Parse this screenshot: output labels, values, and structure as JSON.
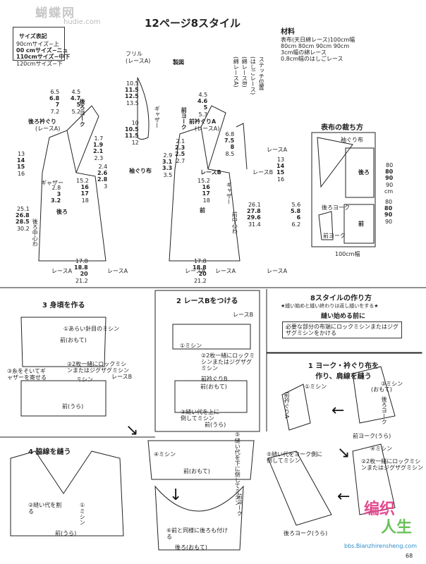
{
  "watermark": {
    "site_jp": "蝴蝶网",
    "site_en": "hudie.com"
  },
  "title": "12ページ8スタイル",
  "size_legend": {
    "title": "サイズ表記",
    "items": [
      "90cmサイズ−上",
      "00 cmサイズ−ニュ",
      "110cmサイズ−中下",
      "120cmサイズ−下"
    ]
  },
  "materials": {
    "heading": "材料",
    "lines": [
      "表布(天日綿レース)100cm幅",
      "80cm  80cm  90cm  90cm",
      "3cm幅の綿レース",
      "0.8cm幅のはしごレース"
    ]
  },
  "pattern": {
    "seizu": "製図",
    "frill": "フリル",
    "lace_a_paren": "(レースA)",
    "back_neck": "後ろ衿ぐり",
    "back_neck_lace": "(レースA)",
    "back_yoke": "後ろヨーク",
    "front_yoke": "前ヨーク",
    "front_neck": "前衿ぐりA",
    "front_neck_lace": "(レースA)",
    "sleeve_frill": "袖ぐり布",
    "back": "後ろ",
    "front": "前",
    "lace_a": "レースA",
    "lace_b": "レースB",
    "gather": "ギャザー",
    "center_back": "後ろ中心わ",
    "center_front": "前中心わ",
    "stitch_pos": "ステッチ位置",
    "dims_back_top": [
      "6.5",
      "6.8",
      "7",
      "7.2"
    ],
    "dims_back_top2": [
      "4.5",
      "4.7",
      "5",
      "5.2"
    ],
    "dims_frill": [
      "10.5",
      "11.5",
      "12.5",
      "13.5"
    ],
    "dims_frill2": [
      "10",
      "10.5",
      "11.5",
      "12"
    ],
    "dims_back_side": [
      "13",
      "14",
      "15",
      "16"
    ],
    "dims_back_length": [
      "25.1",
      "26.8",
      "28.5",
      "30.2"
    ],
    "dims_back_mid": [
      "2.8",
      "3",
      "3.2"
    ],
    "dims_back_width": [
      "15.2",
      "16",
      "17",
      "18"
    ],
    "dims_yoke": [
      "1.7",
      "1.9",
      "2.1",
      "2.3"
    ],
    "dims_yoke2": [
      "2.4",
      "2.6",
      "2.8",
      "3"
    ],
    "dims_hem": [
      "17.8",
      "18.8",
      "20",
      "21.2"
    ],
    "dims_front_top": [
      "4.5",
      "4.6",
      "5",
      "5.3"
    ],
    "dims_front_a": [
      "2.1",
      "2.3",
      "2.5",
      "2.7"
    ],
    "dims_front_b": [
      "2.9",
      "3.1",
      "3.3",
      "3.5"
    ],
    "dims_front_neck": [
      "6.8",
      "7.5",
      "8",
      "8.5"
    ],
    "dims_front_side": [
      "13",
      "14",
      "15",
      "16"
    ],
    "dims_front_length": [
      "26.1",
      "27.8",
      "29.6",
      "31.4"
    ],
    "dims_front_width": [
      "15.2",
      "16",
      "17",
      "18"
    ],
    "dims_front_hem": [
      "17.8",
      "18.8",
      "20",
      "21.2"
    ],
    "dims_sleeve": [
      "5.6",
      "5.8",
      "6",
      "6.2"
    ],
    "lace_cols": [
      "(綿レースA)",
      "(綿レースB)",
      "(はしごレース)"
    ]
  },
  "layout": {
    "title": "表布の裁ち方",
    "sleeve": "袖ぐり布",
    "back": "後ろ",
    "back_yoke": "後ろヨーク",
    "front": "前",
    "front_yoke": "前ヨーク",
    "widths": [
      "80",
      "80",
      "90",
      "90"
    ],
    "widths2": [
      "80",
      "80",
      "90",
      "90"
    ],
    "cm_label": "cm",
    "width_label": "100cm幅"
  },
  "step3": {
    "title": "3 身頃を作る",
    "notes": [
      "①あらい針目のミシン",
      "②2枚一緒にロックミシンまたはジグザグミシン",
      "③糸をそいてギャザーを寄せる",
      "レースB",
      "ミシン",
      "前(うら)",
      "前(おもて)"
    ]
  },
  "step2": {
    "title": "2 レースBをつける",
    "notes": [
      "レースB",
      "①ミシン",
      "②2枚一緒にロックミシンまたはジグザグミシン",
      "前(おもて)",
      "③縫い代を上に倒してミシン",
      "前衿ぐりB",
      "前(うら)"
    ]
  },
  "intro": {
    "title": "8スタイルの作り方",
    "sub": "★縫い始めと縫い終わりは返し縫いをする★",
    "h": "縫い始める前に",
    "p": "必要な部分の布端にロックミシンまたはジグザグミシンをかける"
  },
  "step1": {
    "title": "1 ヨーク・衿ぐり布を作り、肩線を縫う",
    "notes": [
      "①ミシン",
      "前衿ぐりA",
      "(おもて)",
      "後ろヨーク",
      "前ヨーク(うら)",
      "②2枚一緒にロックミシンまたはジグザグミシン",
      "⑤縫い代をヨーク側に倒してミシン",
      "後ろヨーク(うら)",
      "④ミシン",
      "③ミシン"
    ]
  },
  "step4": {
    "title": "4 脇線を縫う",
    "notes": [
      "①ミシン",
      "②縫い代を割る",
      "前(うら)"
    ]
  },
  "step5": {
    "notes": [
      "⑤縫い代を下に倒してミシン",
      "④ミシン",
      "前(おもて)",
      "前ヨーク",
      "⑥前と同様に後ろも付ける",
      "後ろ(おもて)"
    ]
  },
  "footer": {
    "page": "68",
    "brand1": "编织",
    "brand2": "人生",
    "url": "bbs.Bianzhirensheng.com"
  }
}
